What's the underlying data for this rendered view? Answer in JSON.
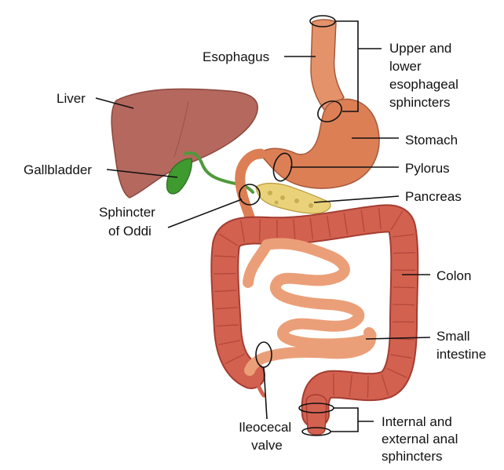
{
  "colors": {
    "liver": "#b4685e",
    "liver_dark": "#8c463d",
    "gallbladder": "#3f9a2f",
    "bile_duct": "#4f9a3a",
    "esophagus": "#e3926a",
    "stomach": "#dc7f55",
    "pancreas": "#ead27a",
    "small_intestine": "#eb9f78",
    "colon": "#d3614f",
    "colon_dark": "#a43d32",
    "line": "#111111",
    "background": "#ffffff"
  },
  "labels": {
    "esophagus": "Esophagus",
    "upper_lower_sphincters": [
      "Upper and",
      "lower",
      "esophageal",
      "sphincters"
    ],
    "liver": "Liver",
    "stomach": "Stomach",
    "gallbladder": "Gallbladder",
    "pylorus": "Pylorus",
    "pancreas": "Pancreas",
    "sphincter_of_oddi": [
      "Sphincter",
      "of Oddi"
    ],
    "colon": "Colon",
    "small_intestine": [
      "Small",
      "intestine"
    ],
    "ileocecal_valve": [
      "Ileocecal",
      "valve"
    ],
    "anal_sphincters": [
      "Internal and",
      "external anal",
      "sphincters"
    ]
  }
}
